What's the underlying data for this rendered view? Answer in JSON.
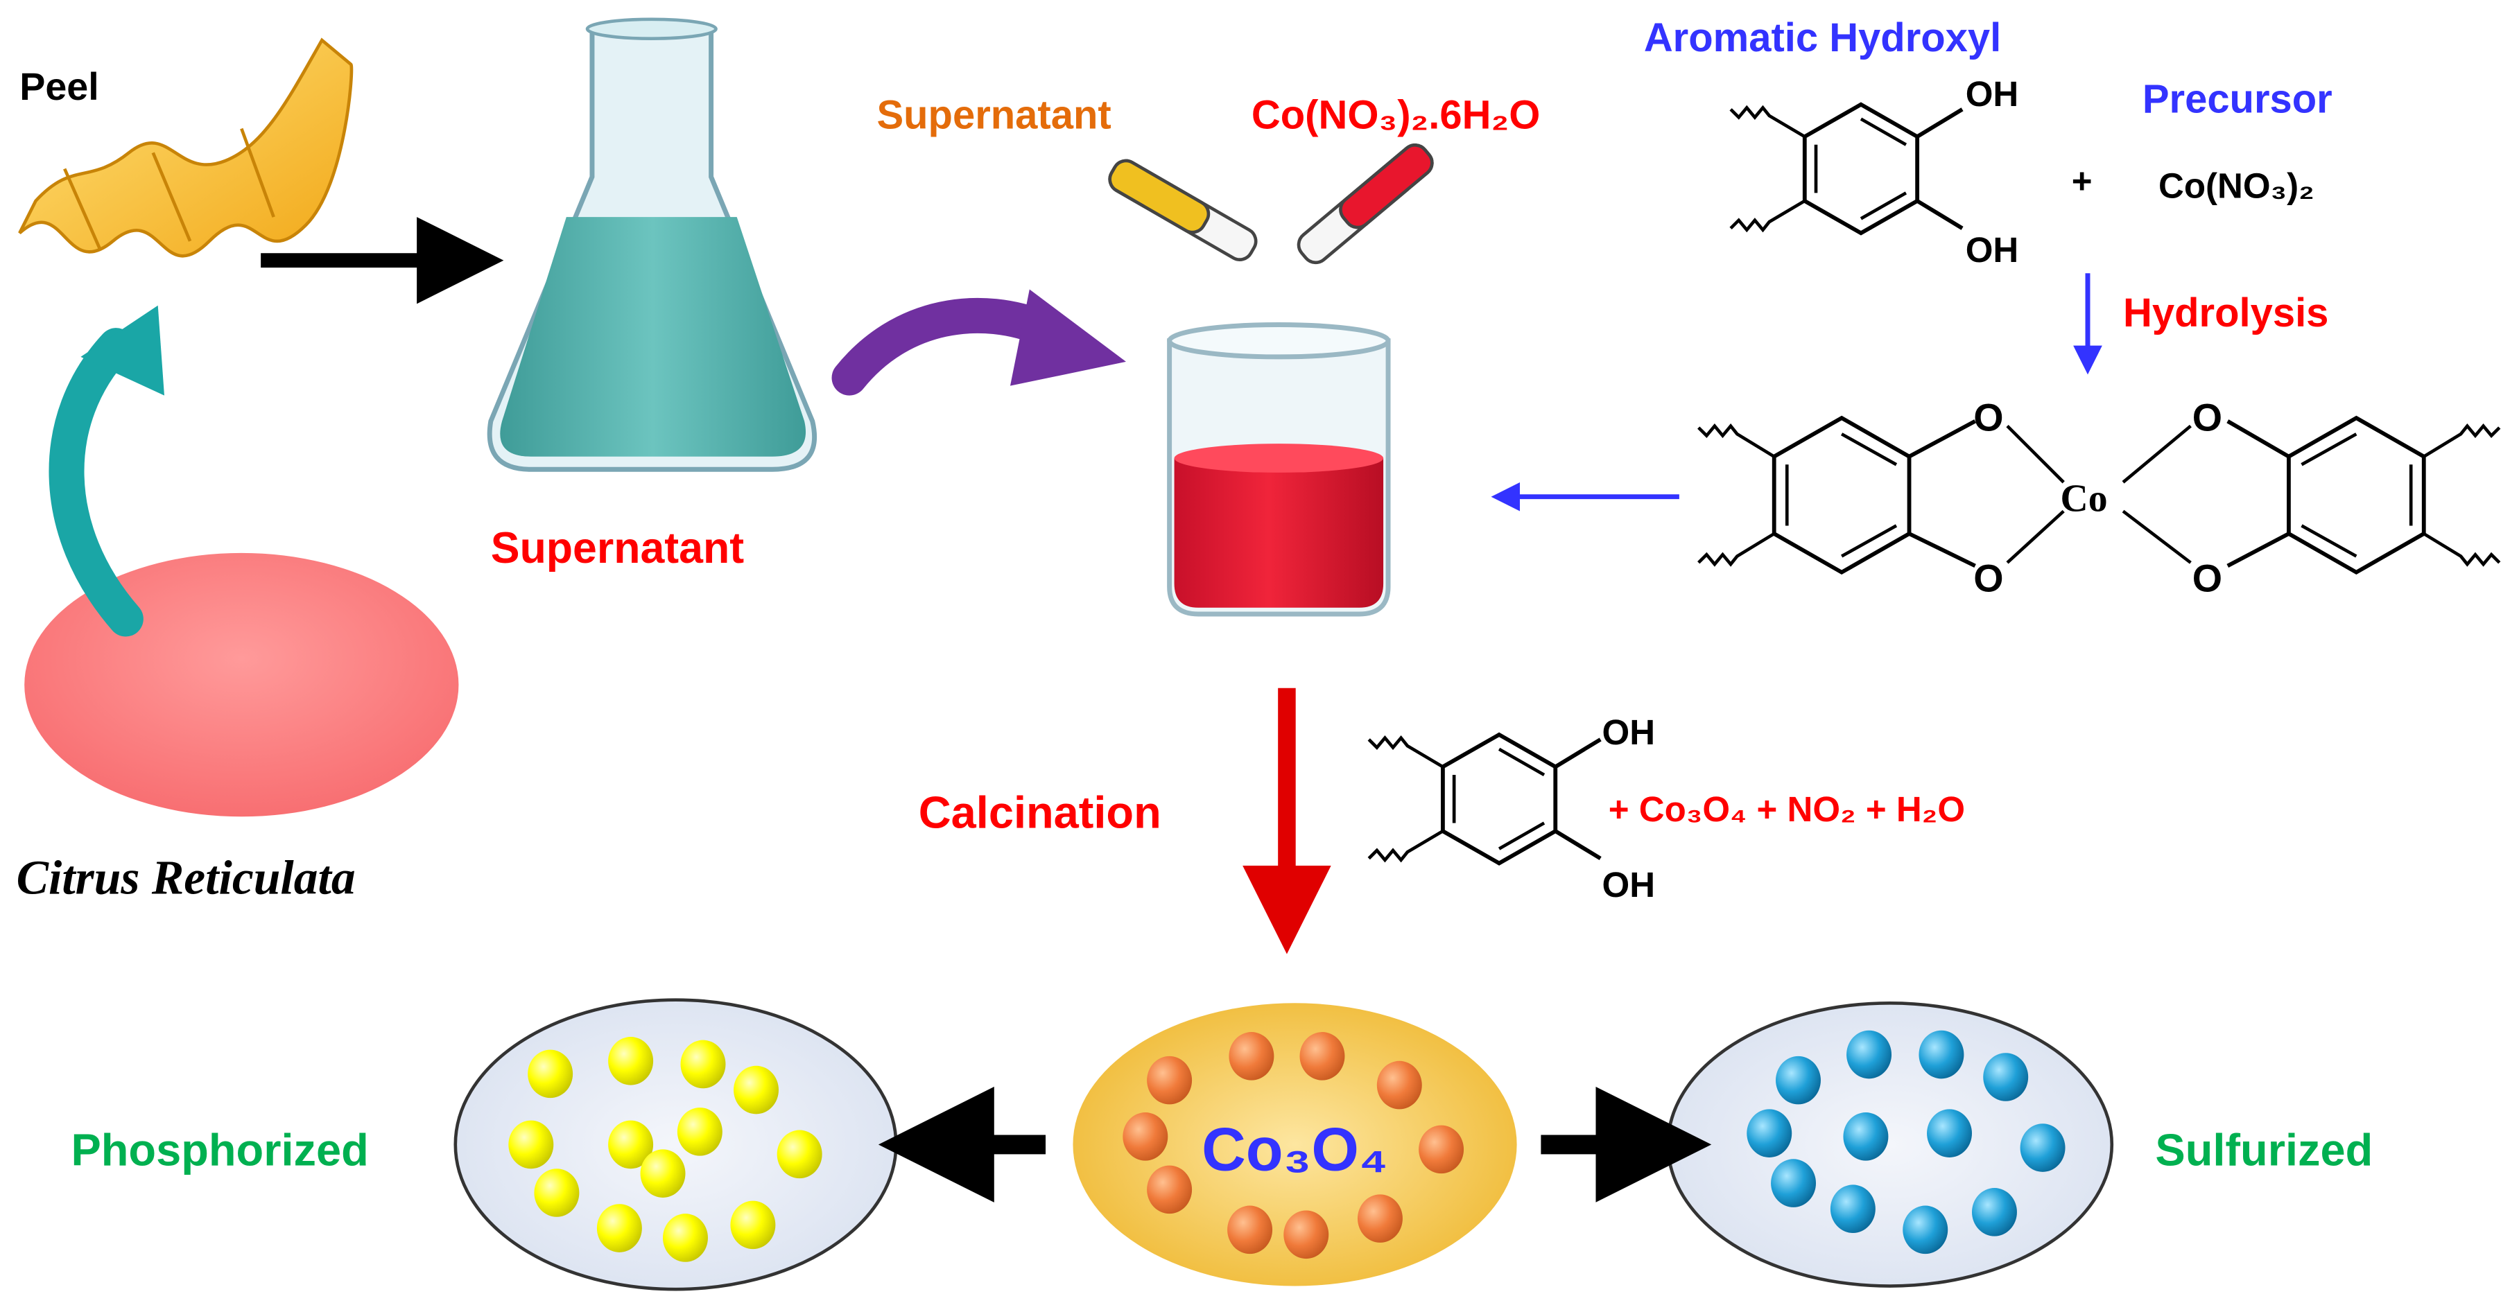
{
  "labels": {
    "peel": "Peel",
    "citrus": "Citrus Reticulata",
    "supernatant_flask": "Supernatant",
    "supernatant_tube": "Supernatant",
    "cobalt_nitrate_tube": "Co(NO₃)₂.6H₂O",
    "aromatic_hydroxyl": "Aromatic Hydroxyl",
    "precursor": "Precursor",
    "plus_1": "+",
    "co_no3_2": "Co(NO₃)₂",
    "hydrolysis": "Hydrolysis",
    "calcination": "Calcination",
    "products": "+ Co₃O₄ + NO₂ + H₂O",
    "co3o4_center": "Co₃O₄",
    "phosphorized": "Phosphorized",
    "sulfurized": "Sulfurized",
    "oh": "OH",
    "o": "O",
    "co": "Co"
  },
  "colors": {
    "black": "#000000",
    "orange_label": "#e46c0a",
    "red_label": "#ff0000",
    "blue_label": "#3333ff",
    "green_label": "#00b050",
    "teal_liquid": "#55b1ad",
    "red_liquid": "#e8162d",
    "purple_arrow": "#7030a0",
    "teal_arrow": "#1aa6a6",
    "citrus_pink": "#ff7f7f",
    "yellow_ball": "#ffff00",
    "orange_ball": "#f08040",
    "blue_ball": "#1fa0d8",
    "gold_ellipse": "#f6c646",
    "pale_ellipse": "#e4eaf6"
  },
  "icons": [
    "peel-ribbon-icon",
    "flask-icon",
    "yellow-test-tube-icon",
    "red-test-tube-icon",
    "beaker-icon",
    "citrus-fruit-icon"
  ]
}
